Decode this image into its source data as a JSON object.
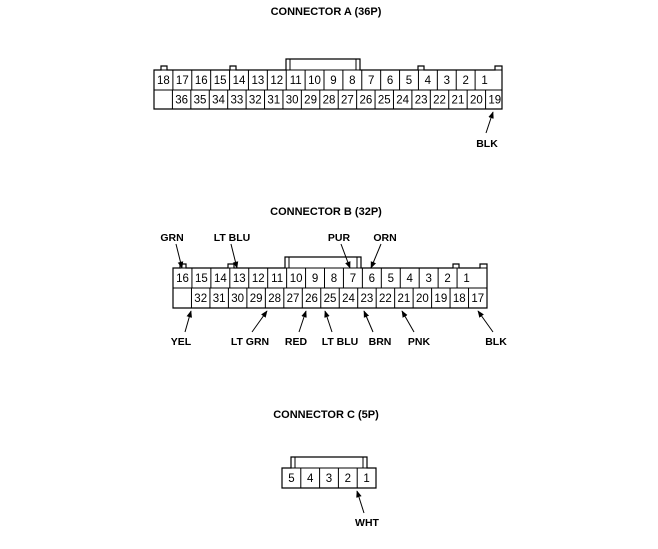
{
  "connectors": [
    {
      "title": "CONNECTOR A (36P)",
      "top_row": [
        "18",
        "17",
        "16",
        "15",
        "14",
        "13",
        "12",
        "11",
        "10",
        "9",
        "8",
        "7",
        "6",
        "5",
        "4",
        "3",
        "2",
        "1"
      ],
      "bottom_row": [
        "",
        "36",
        "35",
        "34",
        "33",
        "32",
        "31",
        "30",
        "29",
        "28",
        "27",
        "26",
        "25",
        "24",
        "23",
        "22",
        "21",
        "20",
        "19"
      ],
      "wires": [
        {
          "pin": "19",
          "color": "BLK"
        }
      ]
    },
    {
      "title": "CONNECTOR B (32P)",
      "top_row": [
        "16",
        "15",
        "14",
        "13",
        "12",
        "11",
        "10",
        "9",
        "8",
        "7",
        "6",
        "5",
        "4",
        "3",
        "2",
        "1"
      ],
      "bottom_row": [
        "",
        "32",
        "31",
        "30",
        "29",
        "28",
        "27",
        "26",
        "25",
        "24",
        "23",
        "22",
        "21",
        "20",
        "19",
        "18",
        "17"
      ],
      "wires": [
        {
          "pin": "16",
          "color": "GRN"
        },
        {
          "pin": "13",
          "color": "LT BLU"
        },
        {
          "pin": "7",
          "color": "PUR"
        },
        {
          "pin": "6",
          "color": "ORN"
        },
        {
          "pin": "32",
          "color": "YEL"
        },
        {
          "pin": "28",
          "color": "LT GRN"
        },
        {
          "pin": "26",
          "color": "RED"
        },
        {
          "pin": "25",
          "color": "LT BLU"
        },
        {
          "pin": "23",
          "color": "BRN"
        },
        {
          "pin": "21",
          "color": "PNK"
        },
        {
          "pin": "17",
          "color": "BLK"
        }
      ]
    },
    {
      "title": "CONNECTOR C (5P)",
      "top_row": [
        "5",
        "4",
        "3",
        "2",
        "1"
      ],
      "wires": [
        {
          "pin": "2",
          "color": "WHT"
        }
      ]
    }
  ]
}
